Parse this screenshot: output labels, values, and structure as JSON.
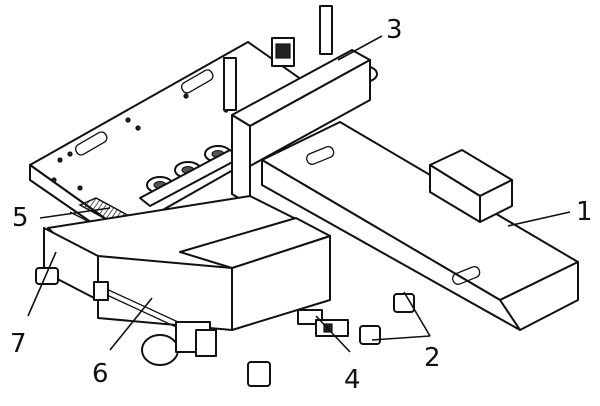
{
  "diagram": {
    "callouts": [
      {
        "label": "1"
      },
      {
        "label": "2"
      },
      {
        "label": "3"
      },
      {
        "label": "4"
      },
      {
        "label": "5"
      },
      {
        "label": "6"
      },
      {
        "label": "7"
      }
    ]
  }
}
